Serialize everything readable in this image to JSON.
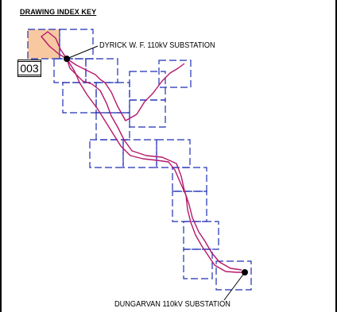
{
  "heading": "DRAWING INDEX KEY",
  "sheet_label": "003",
  "annotations": {
    "north": "DYRICK W. F. 110kV SUBSTATION",
    "south": "DUNGARVAN 110kV SUBSTATION"
  },
  "colors": {
    "grid": "#1f2fb5",
    "route": "#b5176a",
    "highlight": "#f8c8a0",
    "text": "#000000"
  }
}
